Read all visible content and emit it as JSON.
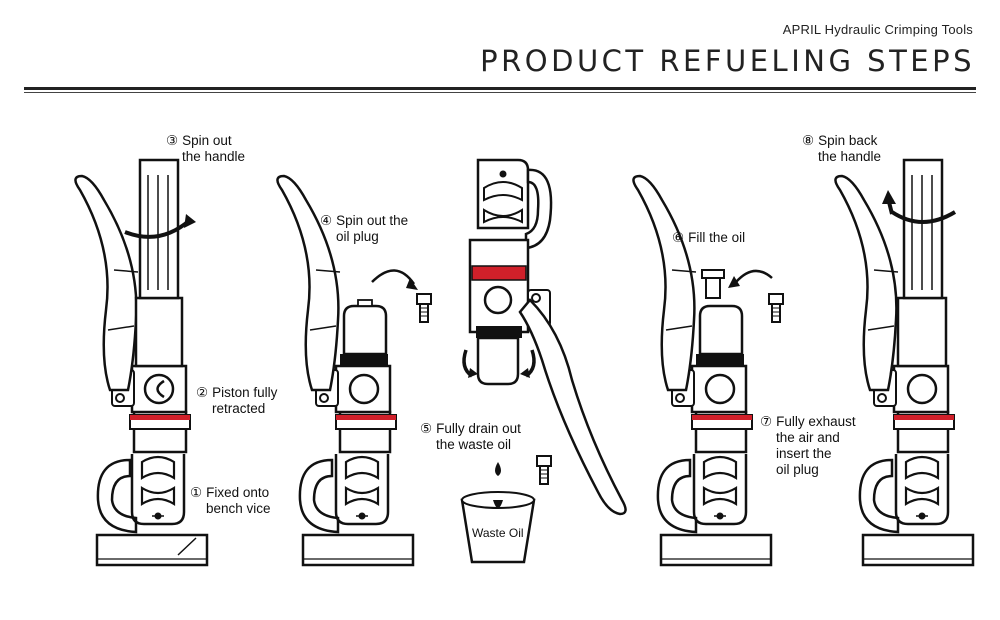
{
  "header": {
    "subtitle": "APRIL Hydraulic Crimping Tools",
    "title": "PRODUCT REFUELING STEPS"
  },
  "brand_mark": "APRIL",
  "steps": [
    {
      "num": "①",
      "line1": "Fixed onto",
      "line2": "bench vice"
    },
    {
      "num": "②",
      "line1": "Piston fully",
      "line2": "retracted"
    },
    {
      "num": "③",
      "line1": "Spin out",
      "line2": "the handle"
    },
    {
      "num": "④",
      "line1": "Spin out the",
      "line2": "oil plug"
    },
    {
      "num": "⑤",
      "line1": "Fully drain out",
      "line2": "the waste oil"
    },
    {
      "num": "⑥",
      "line1": "Fill the oil",
      "line2": ""
    },
    {
      "num": "⑦",
      "line1": "Fully exhaust",
      "line2": "the air and",
      "line3": "insert the",
      "line4": "oil plug"
    },
    {
      "num": "⑧",
      "line1": "Spin back",
      "line2": "the handle"
    }
  ],
  "container_label": "Waste Oil",
  "colors": {
    "ink": "#111111",
    "accent": "#d0202a",
    "rule": "#222222"
  }
}
